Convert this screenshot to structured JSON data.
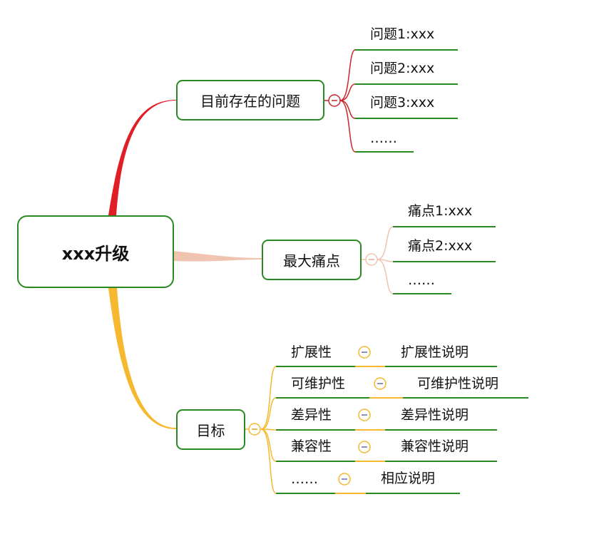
{
  "root": {
    "label": "xxx升级"
  },
  "branches": [
    {
      "label": "目前存在的问题",
      "color": "#e11d25",
      "items": [
        "问题1:xxx",
        "问题2:xxx",
        "问题3:xxx",
        "……"
      ]
    },
    {
      "label": "最大痛点",
      "color": "#f0c4b0",
      "items": [
        "痛点1:xxx",
        "痛点2:xxx",
        "……"
      ]
    },
    {
      "label": "目标",
      "color": "#f5b82e",
      "items": [
        {
          "label": "扩展性",
          "detail": "扩展性说明"
        },
        {
          "label": "可维护性",
          "detail": "可维护性说明"
        },
        {
          "label": "差异性",
          "detail": "差异性说明"
        },
        {
          "label": "兼容性",
          "detail": "兼容性说明"
        },
        {
          "label": "……",
          "detail": "相应说明"
        }
      ]
    }
  ],
  "colors": {
    "node_border": "#2a8a22",
    "underline": "#2a8a22"
  },
  "icons": {
    "collapse": "minus-circle-icon"
  }
}
